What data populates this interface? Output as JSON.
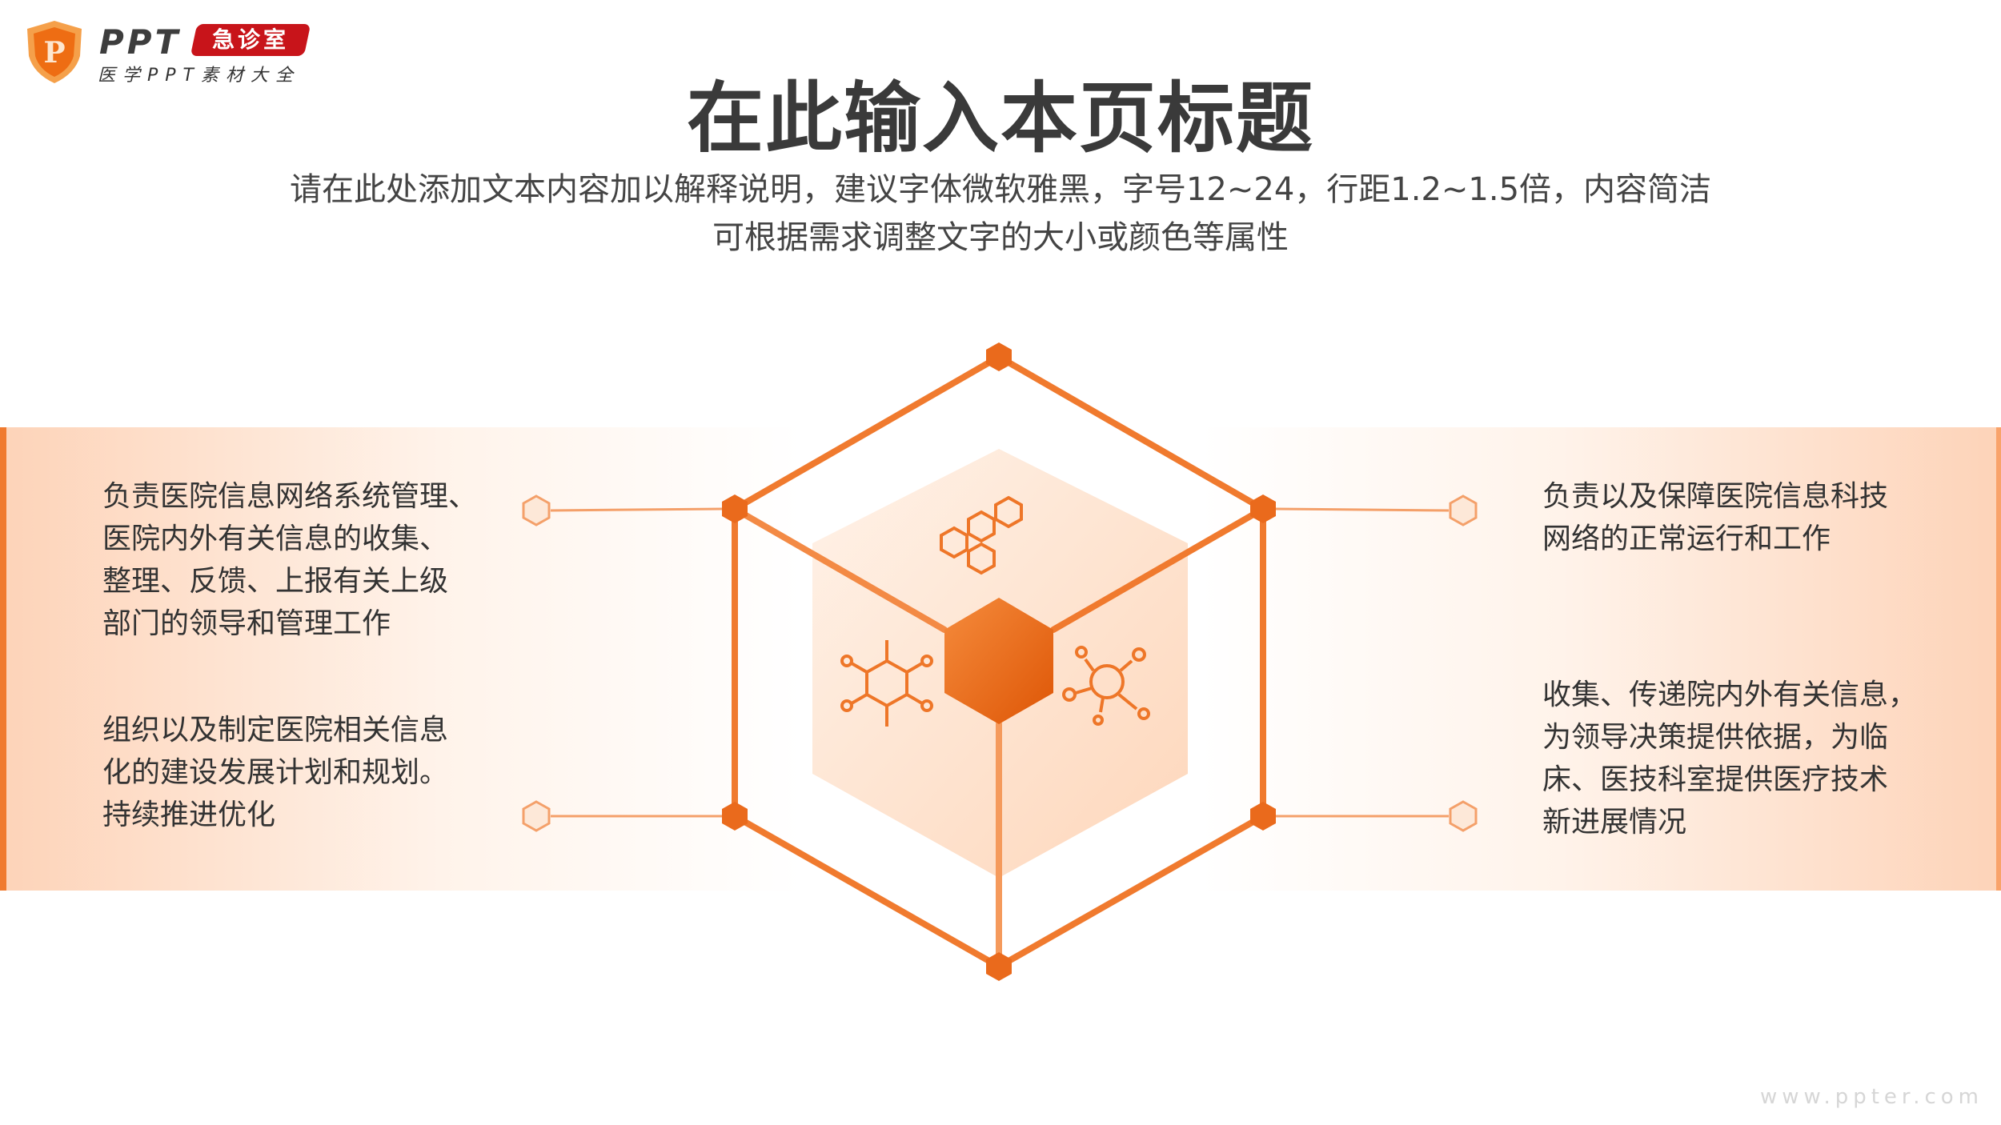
{
  "logo": {
    "brand": "PPT",
    "badge": "急诊室",
    "tagline": "医学PPT素材大全",
    "shield_letter": "P"
  },
  "title": "在此输入本页标题",
  "subtitle": [
    "请在此处添加文本内容加以解释说明，建议字体微软雅黑，字号12~24，行距1.2~1.5倍，内容简洁",
    "可根据需求调整文字的大小或颜色等属性"
  ],
  "left_items": [
    {
      "lines": [
        "负责医院信息网络系统管理、",
        "医院内外有关信息的收集、",
        "整理、反馈、上报有关上级",
        "部门的领导和管理工作"
      ]
    },
    {
      "lines": [
        "组织以及制定医院相关信息",
        "化的建设发展计划和规划。",
        "持续推进优化"
      ]
    }
  ],
  "right_items": [
    {
      "lines": [
        "负责以及保障医院信息科技",
        "网络的正常运行和工作"
      ]
    },
    {
      "lines": [
        "收集、传递院内外有关信息，",
        "为领导决策提供依据，为临",
        "床、医技科室提供医疗技术",
        "新进展情况"
      ]
    }
  ],
  "watermark": "www.ppter.com",
  "colors": {
    "accent": "#f07a2e",
    "dark_accent": "#e25e0c",
    "badge": "#c8141a"
  }
}
